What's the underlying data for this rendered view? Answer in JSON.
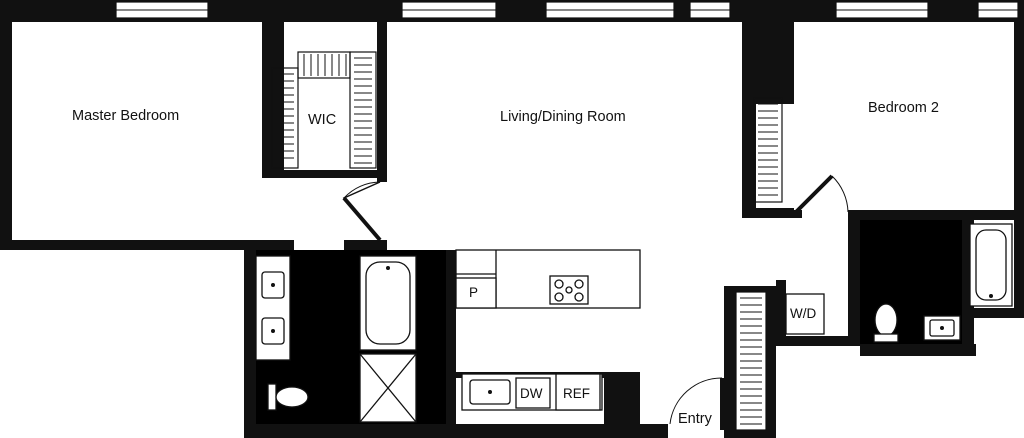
{
  "colors": {
    "wall": "#111111",
    "floor": "#ffffff",
    "bath_floor": "#000000"
  },
  "rooms": {
    "master_bedroom": "Master Bedroom",
    "wic": "WIC",
    "living_dining": "Living/Dining Room",
    "bedroom2": "Bedroom 2",
    "entry": "Entry"
  },
  "fixtures": {
    "pantry": "P",
    "dishwasher": "DW",
    "refrigerator": "REF",
    "washer_dryer": "W/D"
  },
  "icons": [
    "door-swing-icon",
    "bathtub-icon",
    "toilet-icon",
    "sink-icon",
    "cooktop-icon",
    "shower-icon",
    "closet-rod-icon",
    "window-icon"
  ]
}
